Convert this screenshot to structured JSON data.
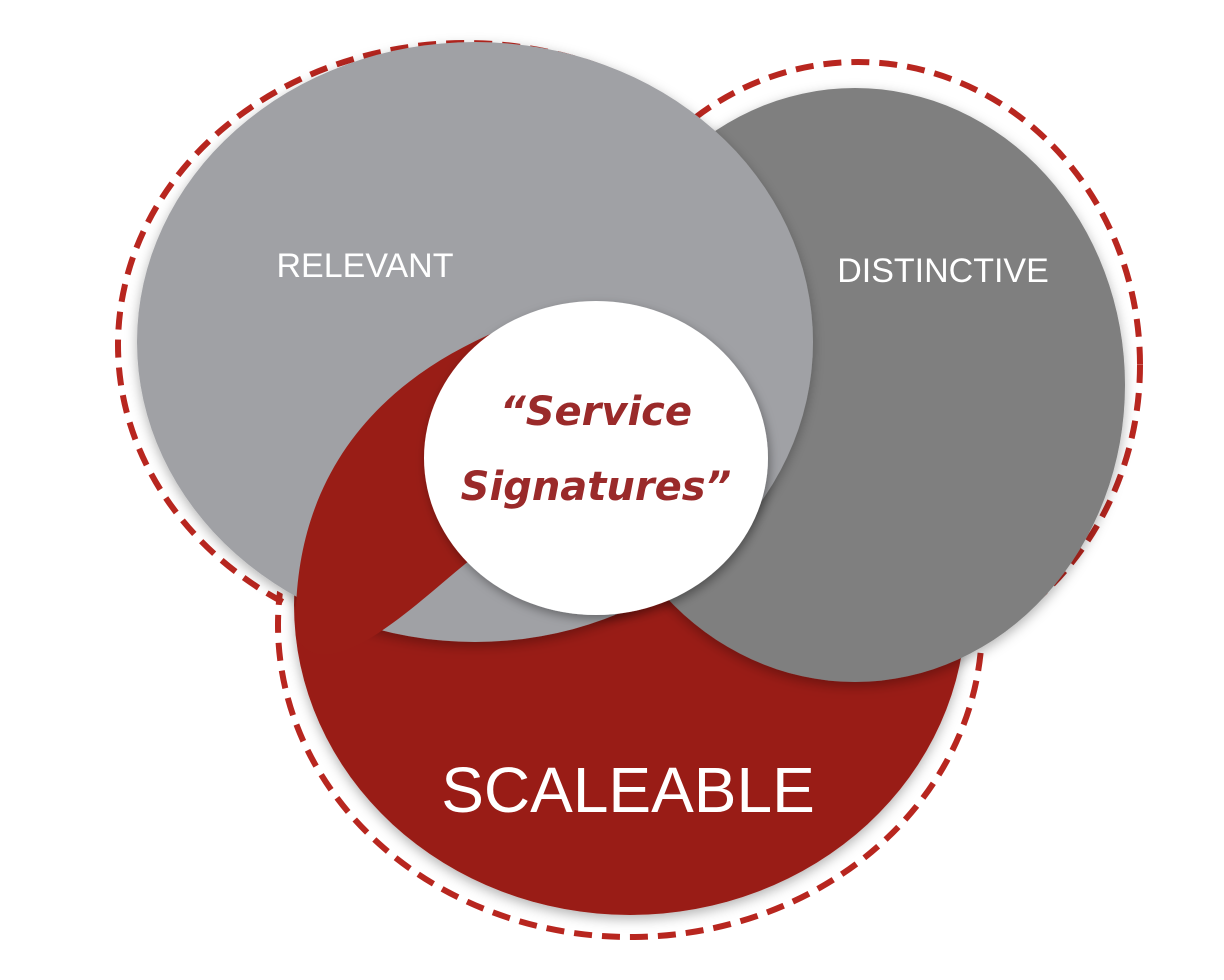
{
  "diagram": {
    "circles": [
      {
        "id": "relevant",
        "label": "RELEVANT",
        "color": "#a0a1a5"
      },
      {
        "id": "distinctive",
        "label": "DISTINCTIVE",
        "color": "#7f7f7f"
      },
      {
        "id": "scaleable",
        "label": "SCALEABLE",
        "color": "#991d16"
      }
    ],
    "center": {
      "line1": "“Service",
      "line2": "Signatures”",
      "text_color": "#9a2a2a",
      "fill": "#ffffff"
    },
    "outline_color": "#b8261f"
  }
}
